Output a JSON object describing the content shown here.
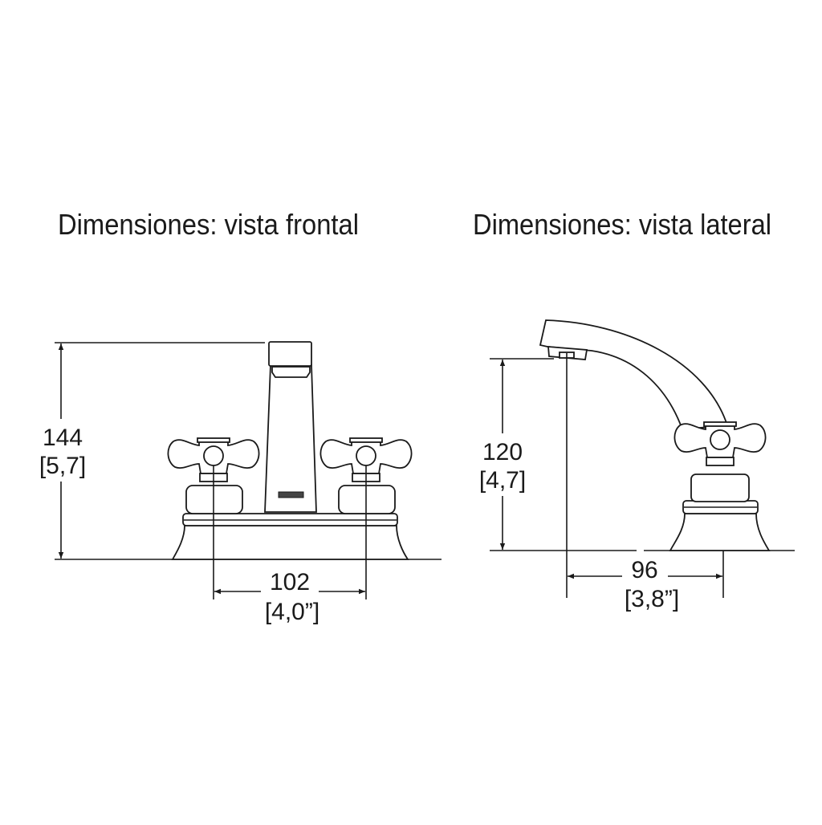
{
  "front_view": {
    "title": "Dimensiones: vista frontal",
    "height_dimension": {
      "mm": "144",
      "inches": "[5,7]"
    },
    "width_dimension": {
      "mm": "102",
      "inches": "[4,0”]"
    }
  },
  "side_view": {
    "title": "Dimensiones: vista lateral",
    "height_dimension": {
      "mm": "120",
      "inches": "[4,7]"
    },
    "reach_dimension": {
      "mm": "96",
      "inches": "[3,8”]"
    }
  },
  "colors": {
    "line": "#1a1a1a",
    "background": "#ffffff"
  }
}
